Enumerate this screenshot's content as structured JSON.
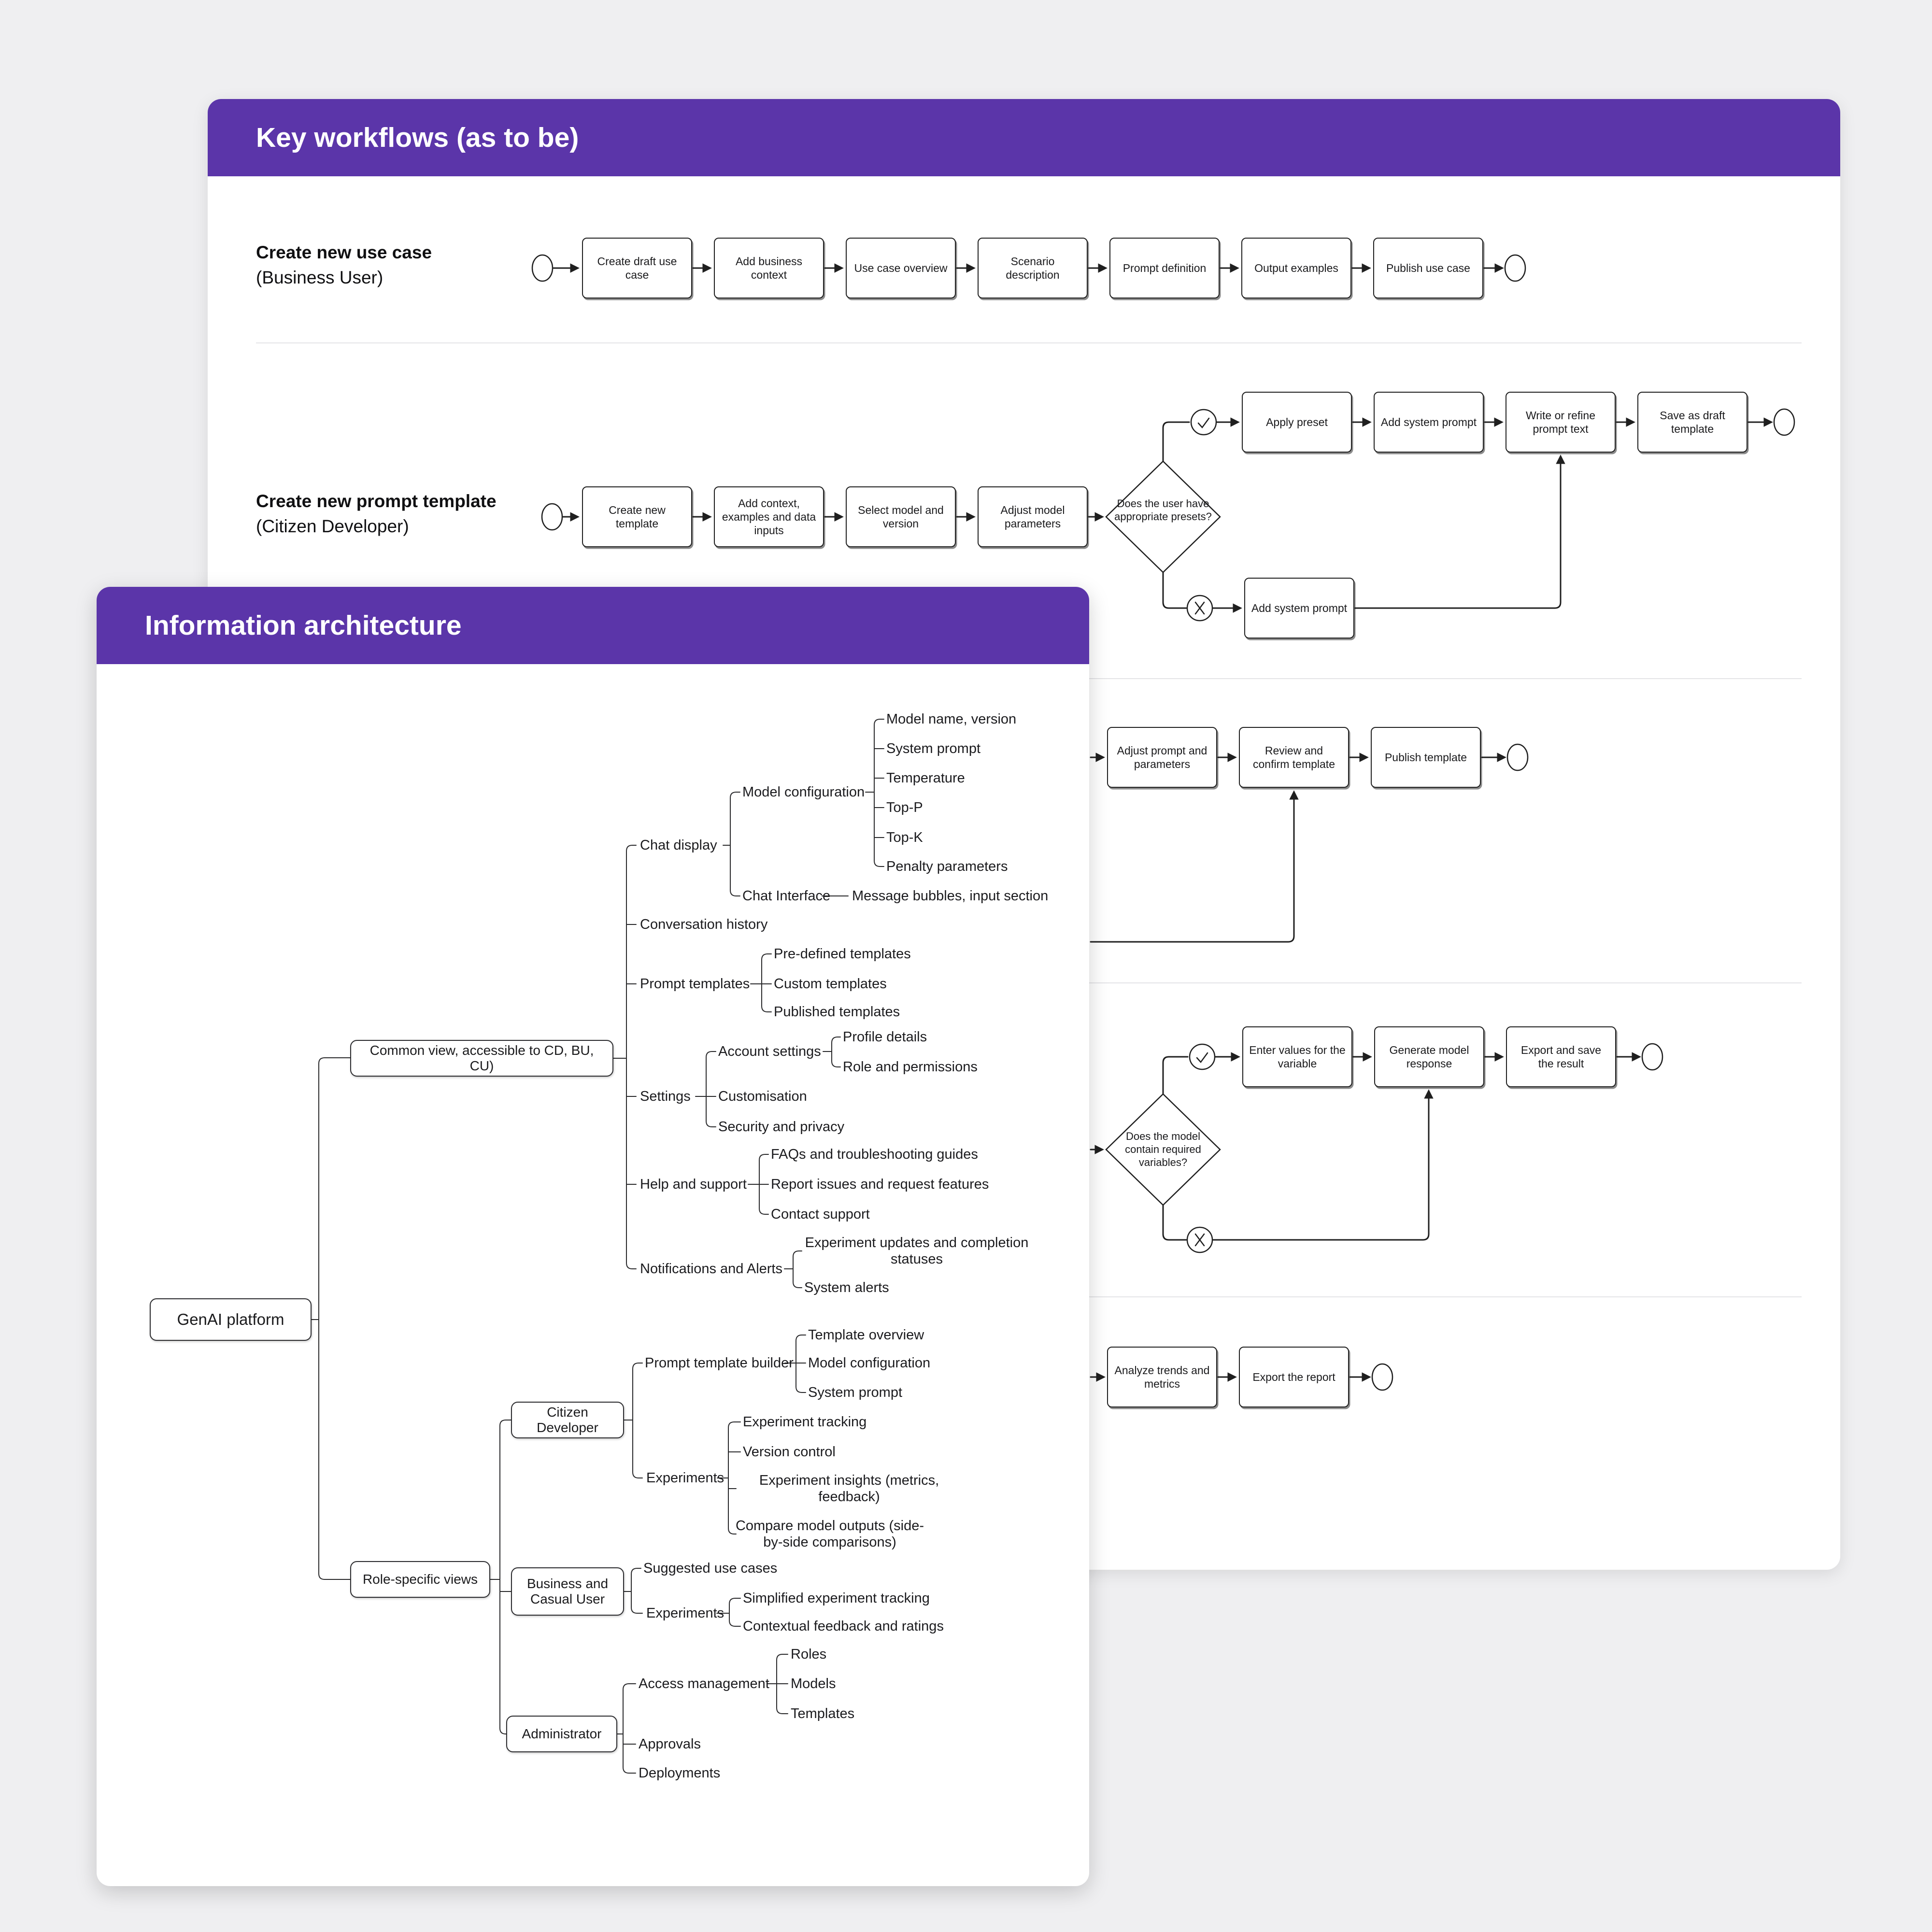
{
  "colors": {
    "header_purple": "#5b35a9",
    "canvas_background": "#efeff1",
    "card_background": "#ffffff",
    "diagram_line": "#1f1f1f",
    "divider_line": "#e4e4e7"
  },
  "workflows": {
    "title": "Key workflows (as to be)",
    "rows": {
      "use_case": {
        "label": "Create new use case",
        "sublabel": "(Business User)",
        "steps": [
          "Create draft use case",
          "Add business context",
          "Use case overview",
          "Scenario description",
          "Prompt definition",
          "Output examples",
          "Publish use case"
        ]
      },
      "prompt_template": {
        "label": "Create new prompt template",
        "sublabel": "(Citizen Developer)",
        "steps": [
          "Create new template",
          "Add context, examples and data inputs",
          "Select model and version",
          "Adjust model parameters"
        ],
        "decision": "Does the user have appropriate presets?",
        "yes_steps": [
          "Apply preset",
          "Add system prompt",
          "Write or refine prompt text",
          "Save as draft template"
        ],
        "no_steps": [
          "Add system prompt"
        ]
      },
      "template_publish": {
        "steps": [
          "Adjust prompt and parameters",
          "Review and confirm template",
          "Publish template"
        ]
      },
      "variables": {
        "decision": "Does the model contain required variables?",
        "yes_steps": [
          "Enter values for the variable",
          "Generate model response",
          "Export and save the result"
        ]
      },
      "report": {
        "steps": [
          "Analyze trends and metrics",
          "Export the report"
        ]
      }
    }
  },
  "ia": {
    "title": "Information architecture",
    "root": "GenAI platform",
    "common_view": "Common view, accessible to CD, BU, CU)",
    "role_specific": "Role-specific views",
    "chat_display": "Chat display",
    "model_configuration": "Model configuration",
    "model_name_version": "Model name, version",
    "system_prompt": "System prompt",
    "temperature": "Temperature",
    "top_p": "Top-P",
    "top_k": "Top-K",
    "penalty_parameters": "Penalty parameters",
    "chat_interface": "Chat Interface",
    "message_bubbles": "Message bubbles, input section",
    "conversation_history": "Conversation history",
    "prompt_templates": "Prompt templates",
    "predefined_templates": "Pre-defined templates",
    "custom_templates": "Custom templates",
    "published_templates": "Published templates",
    "settings": "Settings",
    "account_settings": "Account settings",
    "profile_details": "Profile details",
    "role_permissions": "Role and permissions",
    "customisation": "Customisation",
    "security_privacy": "Security and privacy",
    "help_support": "Help and support",
    "faqs": "FAQs and troubleshooting guides",
    "report_issues": "Report issues and request features",
    "contact_support": "Contact support",
    "notifications": "Notifications and Alerts",
    "experiment_updates": "Experiment updates and completion statuses",
    "system_alerts": "System alerts",
    "citizen_developer": "Citizen Developer",
    "prompt_template_builder": "Prompt template builder",
    "template_overview": "Template overview",
    "ptb_model_configuration": "Model configuration",
    "ptb_system_prompt": "System prompt",
    "experiments_cd": "Experiments",
    "experiment_tracking": "Experiment tracking",
    "version_control": "Version control",
    "experiment_insights": "Experiment insights (metrics, feedback)",
    "compare_outputs": "Compare model outputs (side-by-side comparisons)",
    "business_casual": "Business and Casual User",
    "suggested_use_cases": "Suggested use cases",
    "experiments_bu": "Experiments",
    "simplified_tracking": "Simplified experiment tracking",
    "contextual_feedback": "Contextual feedback and ratings",
    "administrator": "Administrator",
    "access_management": "Access management",
    "roles": "Roles",
    "models": "Models",
    "templates": "Templates",
    "approvals": "Approvals",
    "deployments": "Deployments"
  }
}
